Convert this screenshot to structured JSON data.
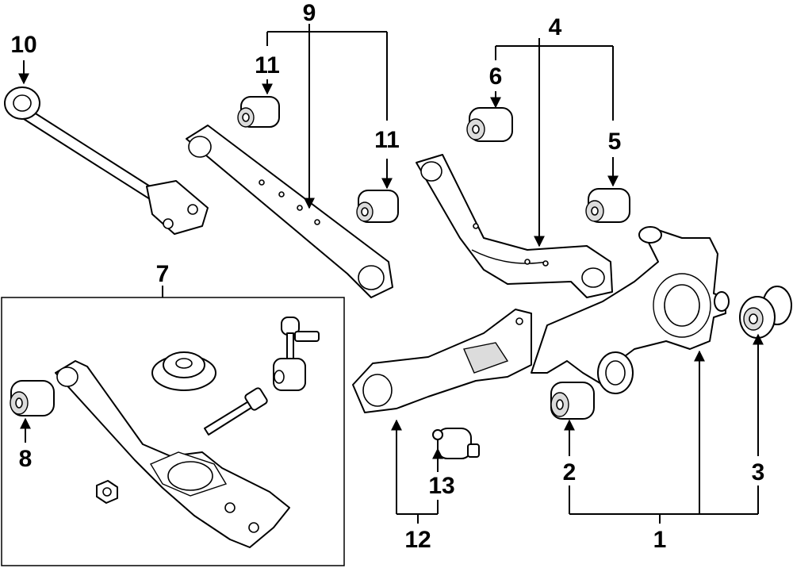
{
  "callouts": {
    "c1": "1",
    "c2": "2",
    "c3": "3",
    "c4": "4",
    "c5": "5",
    "c6": "6",
    "c7": "7",
    "c8": "8",
    "c9": "9",
    "c10": "10",
    "c11a": "11",
    "c11b": "11",
    "c12": "12",
    "c13": "13"
  }
}
